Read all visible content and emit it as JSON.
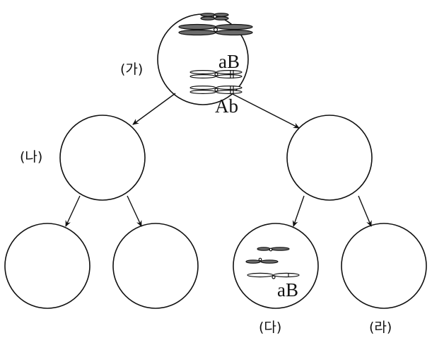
{
  "labels": {
    "ga": "(가)",
    "na": "(나)",
    "da": "(다)",
    "ra": "(라)"
  },
  "genes": {
    "top_upper": "aB",
    "top_lower": "Ab",
    "da": "aB"
  },
  "colors": {
    "dark_chromosome": "#6b6b6b",
    "light_chromosome": "#ffffff",
    "line": "#111111"
  }
}
